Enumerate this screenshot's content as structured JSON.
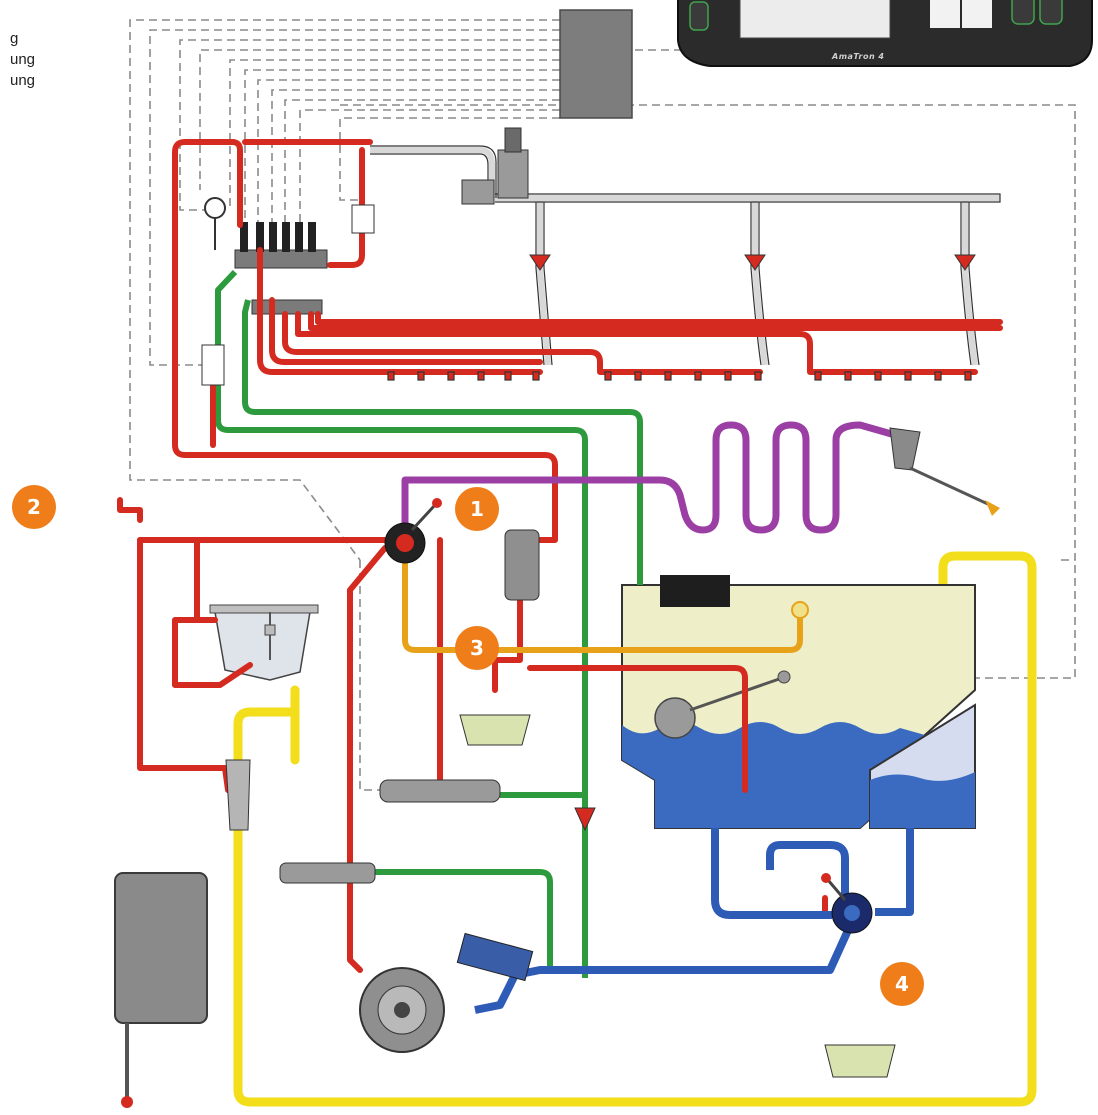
{
  "legend": {
    "line1": "g",
    "line2": "ung",
    "line3": "ung"
  },
  "callouts": [
    {
      "number": "1"
    },
    {
      "number": "2"
    },
    {
      "number": "3"
    },
    {
      "number": "4"
    }
  ],
  "terminal": {
    "brand_text": "AmaTron 4"
  },
  "colors": {
    "pressure_line": "#d42a1f",
    "suction_line": "#2e5bb5",
    "return_line": "#2e9a3e",
    "clean_water_line": "#f2de1a",
    "washdown_line": "#9b3fa5",
    "rinse_line": "#e8a21a",
    "callout": "#ef7d1a",
    "signal_line": "#888888",
    "tank_fill": "#eeeec8",
    "liquid": "#3a6bc1"
  }
}
